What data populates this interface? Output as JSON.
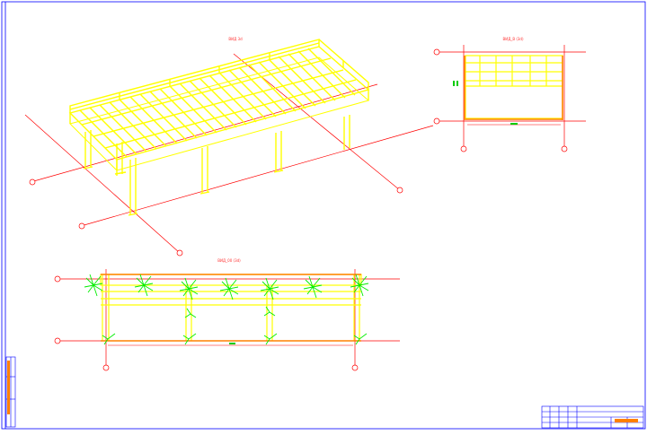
{
  "drawing": {
    "iso_view_title": "ВИД 3d",
    "side_view_title": "ВИД_В (3d)",
    "plan_view_title": "ВИД_00 (3d)",
    "colors": {
      "frame": "#0000ff",
      "structure": "#ffff00",
      "gridline": "#ff0000",
      "annotation": "#00ff00",
      "member": "#ff8000",
      "paper": "#ffffff"
    }
  }
}
